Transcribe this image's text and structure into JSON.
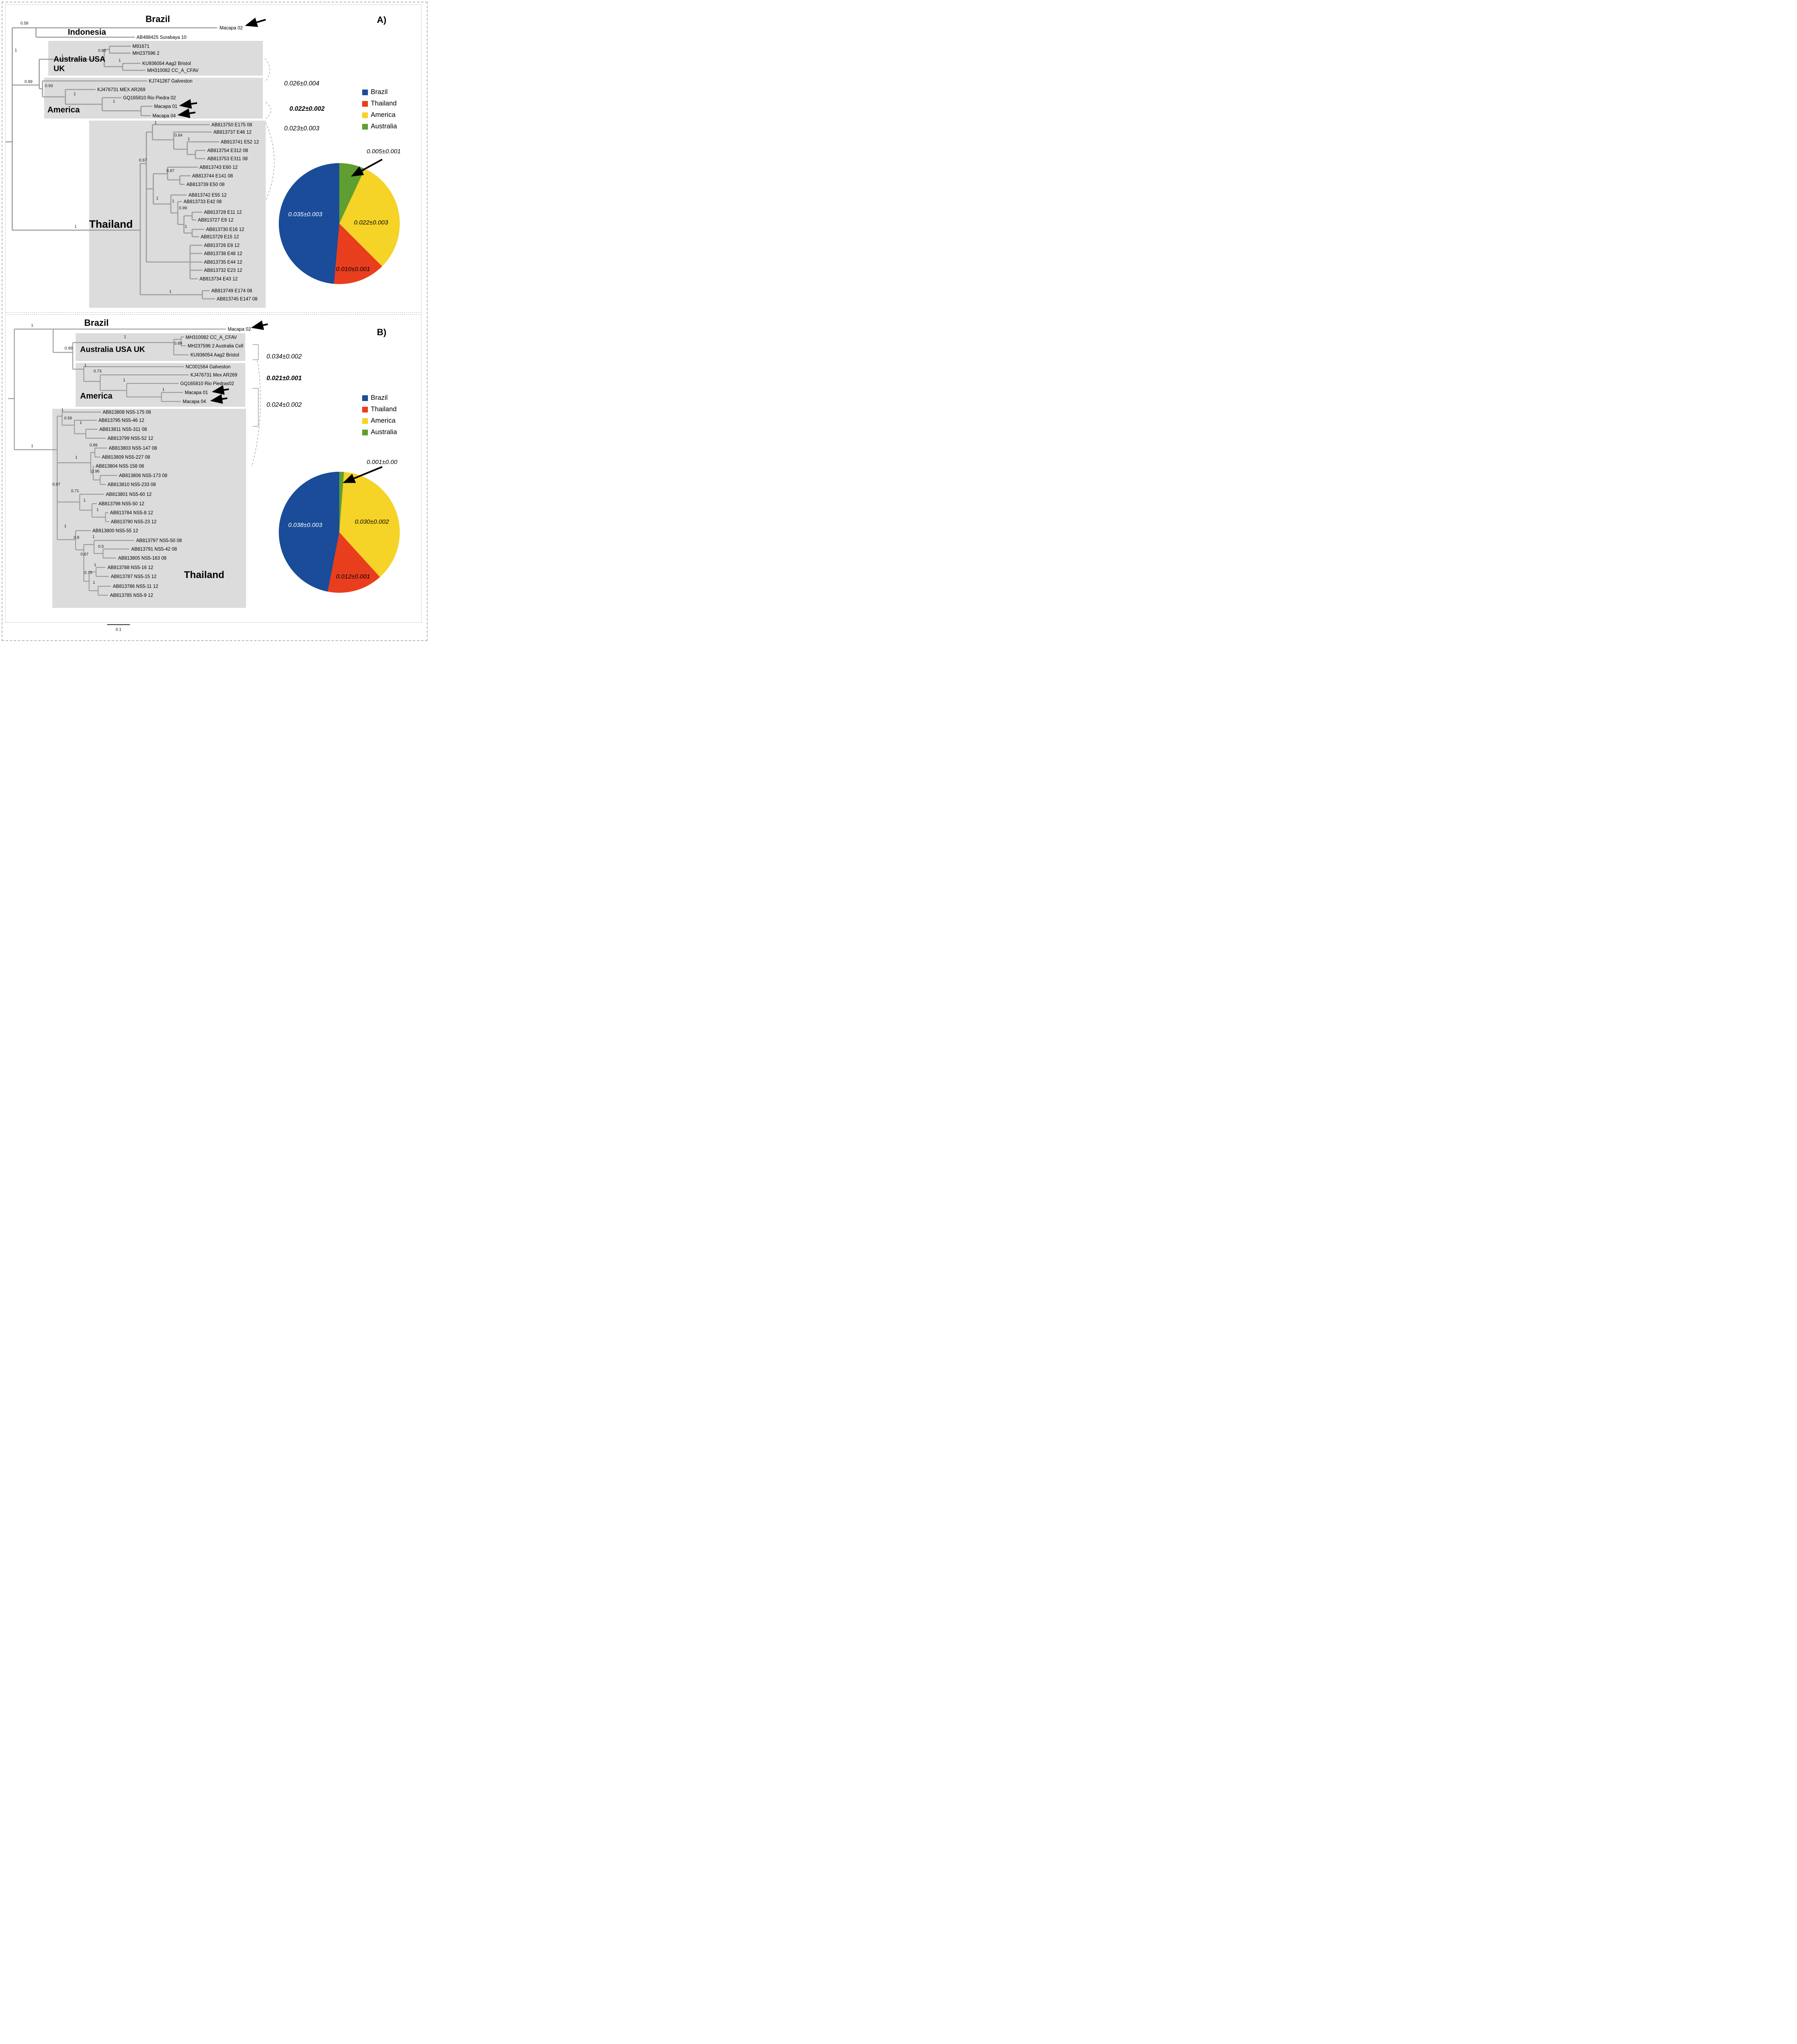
{
  "scale_bar": "0.1",
  "colors": {
    "brazil": "#1a4c99",
    "thailand": "#e93e1e",
    "america": "#f5d327",
    "australia": "#5f9e30",
    "branch": "#9c9c9c",
    "clade_box": "#dcdcdc"
  },
  "panelA": {
    "label": "A)",
    "clades": {
      "brazil": "Brazil",
      "indonesia": "Indonesia",
      "australia_line1": "Australia USA",
      "australia_line2": "UK",
      "america": "America",
      "thailand": "Thailand"
    },
    "tips": [
      "Macapa 02",
      "AB488425 Surabaya 10",
      "M91671",
      "MH237596 2",
      "KU936054 Aag2 Bristol",
      "MH310082 CC_A_CFAV",
      "KJ741267 Galveston",
      "KJ476731 MEX AR269",
      "GQ165810 Rio Piedra 02",
      "Macapa 01",
      "Macapa 04",
      "AB813750 E175 08",
      "AB813737 E46 12",
      "AB813741 E52 12",
      "AB813754 E312 08",
      "AB813753 E311 08",
      "AB813743 E60 12",
      "AB813744 E141 08",
      "AB813739 E50 08",
      "AB813742 E55 12",
      "AB813733 E42 08",
      "AB813728 E11 12",
      "AB813727 E9 12",
      "AB813730 E16 12",
      "AB813729 E15 12",
      "AB813726 E8 12",
      "AB813738 E48 12",
      "AB813735 E44 12",
      "AB813732 E23 12",
      "AB813734 E43 12",
      "AB813749 E174 08",
      "AB813745 E147 08"
    ],
    "supports": [
      "0.58",
      "1",
      "1",
      "0.95",
      "1",
      "0.99",
      "0.93",
      "1",
      "1",
      "1",
      "0.84",
      "1",
      "0.67",
      "0.97",
      "1",
      "1",
      "0.99",
      "1",
      "1",
      "1"
    ],
    "annotations": {
      "top": "0.026±0.004",
      "middle": "0.022±0.002",
      "bottom": "0.023±0.003"
    }
  },
  "panelB": {
    "label": "B)",
    "clades": {
      "brazil": "Brazil",
      "australia": "Australia USA UK",
      "america": "America",
      "thailand": "Thailand"
    },
    "tips": [
      "Macapa 02",
      "MH310082 CC_A_CFAV",
      "MH237596 2 Australia Cell",
      "KU936054 Aag2 Bristol",
      "NC001564 Galveston",
      "KJ476731 Mex AR269",
      "GQ165810 Rio Piedras02",
      "Macapa 01",
      "Macapa 04",
      "AB813808 NS5-175 08",
      "AB813795 NS5-46 12",
      "AB813811 NS5-311 08",
      "AB813799 NS5-52 12",
      "AB813803 NS5-147 08",
      "AB813809 NS5-227 08",
      "AB813804 NS5-158 08",
      "AB813806 NS5-173 08",
      "AB813810 NS5-233 08",
      "AB813801 NS5-60 12",
      "AB813798 NS5-50 12",
      "AB813784 NS5-8 12",
      "AB813790 NS5-23 12",
      "AB813800 NS5-55 12",
      "AB813797 NS5-50 08",
      "AB813791 NS5-42 08",
      "AB813805 NS5-163 08",
      "AB813788 NS5-16 12",
      "AB813787 NS5-15 12",
      "AB813786 NS5-11 12",
      "AB813785 NS5-9 12"
    ],
    "supports": [
      "1",
      "0.99",
      "1",
      "0.89",
      "1",
      "0.73",
      "1",
      "1",
      "1",
      "1",
      "0.56",
      "1",
      "0.89",
      "1",
      "0.96",
      "0.87",
      "0.71",
      "1",
      "1",
      "1",
      "0.8",
      "1",
      "0.5",
      "0.67",
      "1",
      "0.75",
      "1"
    ],
    "annotations": {
      "top": "0.034±0.002",
      "middle": "0.021±0.001",
      "bottom": "0.024±0.002"
    }
  },
  "chart_data": [
    {
      "type": "pie",
      "panel": "A",
      "legend": [
        "Brazil",
        "Thailand",
        "America",
        "Australia"
      ],
      "legend_position": "top-right",
      "slices": [
        {
          "name": "Australia",
          "value": 0.005,
          "display": "0.005±0.001",
          "color": "#5f9e30"
        },
        {
          "name": "America",
          "value": 0.022,
          "display": "0.022±0.003",
          "color": "#f5d327"
        },
        {
          "name": "Thailand",
          "value": 0.01,
          "display": "0.010±0.001",
          "color": "#e93e1e"
        },
        {
          "name": "Brazil",
          "value": 0.035,
          "display": "0.035±0.003",
          "color": "#1a4c99"
        }
      ]
    },
    {
      "type": "pie",
      "panel": "B",
      "legend": [
        "Brazil",
        "Thailand",
        "America",
        "Australia"
      ],
      "legend_position": "top-right",
      "slices": [
        {
          "name": "Australia",
          "value": 0.001,
          "display": "0.001±0.00",
          "color": "#5f9e30"
        },
        {
          "name": "America",
          "value": 0.03,
          "display": "0.030±0.002",
          "color": "#f5d327"
        },
        {
          "name": "Thailand",
          "value": 0.012,
          "display": "0.012±0.001",
          "color": "#e93e1e"
        },
        {
          "name": "Brazil",
          "value": 0.038,
          "display": "0.038±0.003",
          "color": "#1a4c99"
        }
      ]
    }
  ]
}
